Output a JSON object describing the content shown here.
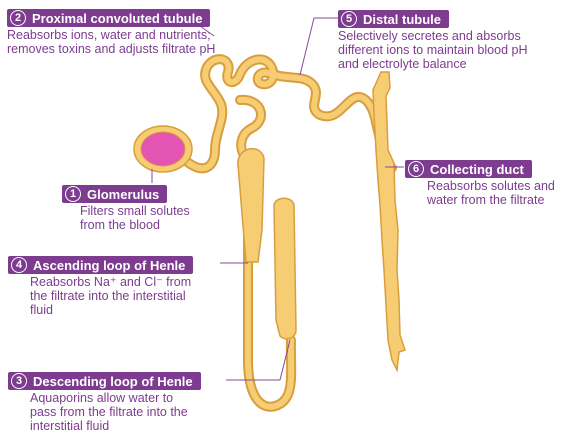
{
  "colors": {
    "accent": "#7d3c8f",
    "tubule_fill": "#f7cd74",
    "tubule_stroke": "#d89e3d",
    "glomerulus": "#e455b3",
    "leader_line": "#8a4a9c"
  },
  "labels": [
    {
      "id": "glomerulus",
      "num": "1",
      "title": "Glomerulus",
      "desc": "Filters small solutes\nfrom the blood"
    },
    {
      "id": "pct",
      "num": "2",
      "title": "Proximal convoluted tubule",
      "desc": "Reabsorbs ions, water and nutrients;\nremoves toxins and adjusts filtrate pH"
    },
    {
      "id": "descending",
      "num": "3",
      "title": "Descending loop of Henle",
      "desc": "Aquaporins allow water to\npass from the filtrate into the\ninterstitial fluid"
    },
    {
      "id": "ascending",
      "num": "4",
      "title": "Ascending loop of Henle",
      "desc": "Reabsorbs Na⁺ and Cl⁻ from\nthe filtrate into the interstitial\nfluid"
    },
    {
      "id": "distal",
      "num": "5",
      "title": "Distal tubule",
      "desc": "Selectively secretes and absorbs\ndifferent ions to maintain blood pH\nand electrolyte balance"
    },
    {
      "id": "collecting",
      "num": "6",
      "title": "Collecting duct",
      "desc": "Reabsorbs solutes and\nwater from the filtrate"
    }
  ]
}
